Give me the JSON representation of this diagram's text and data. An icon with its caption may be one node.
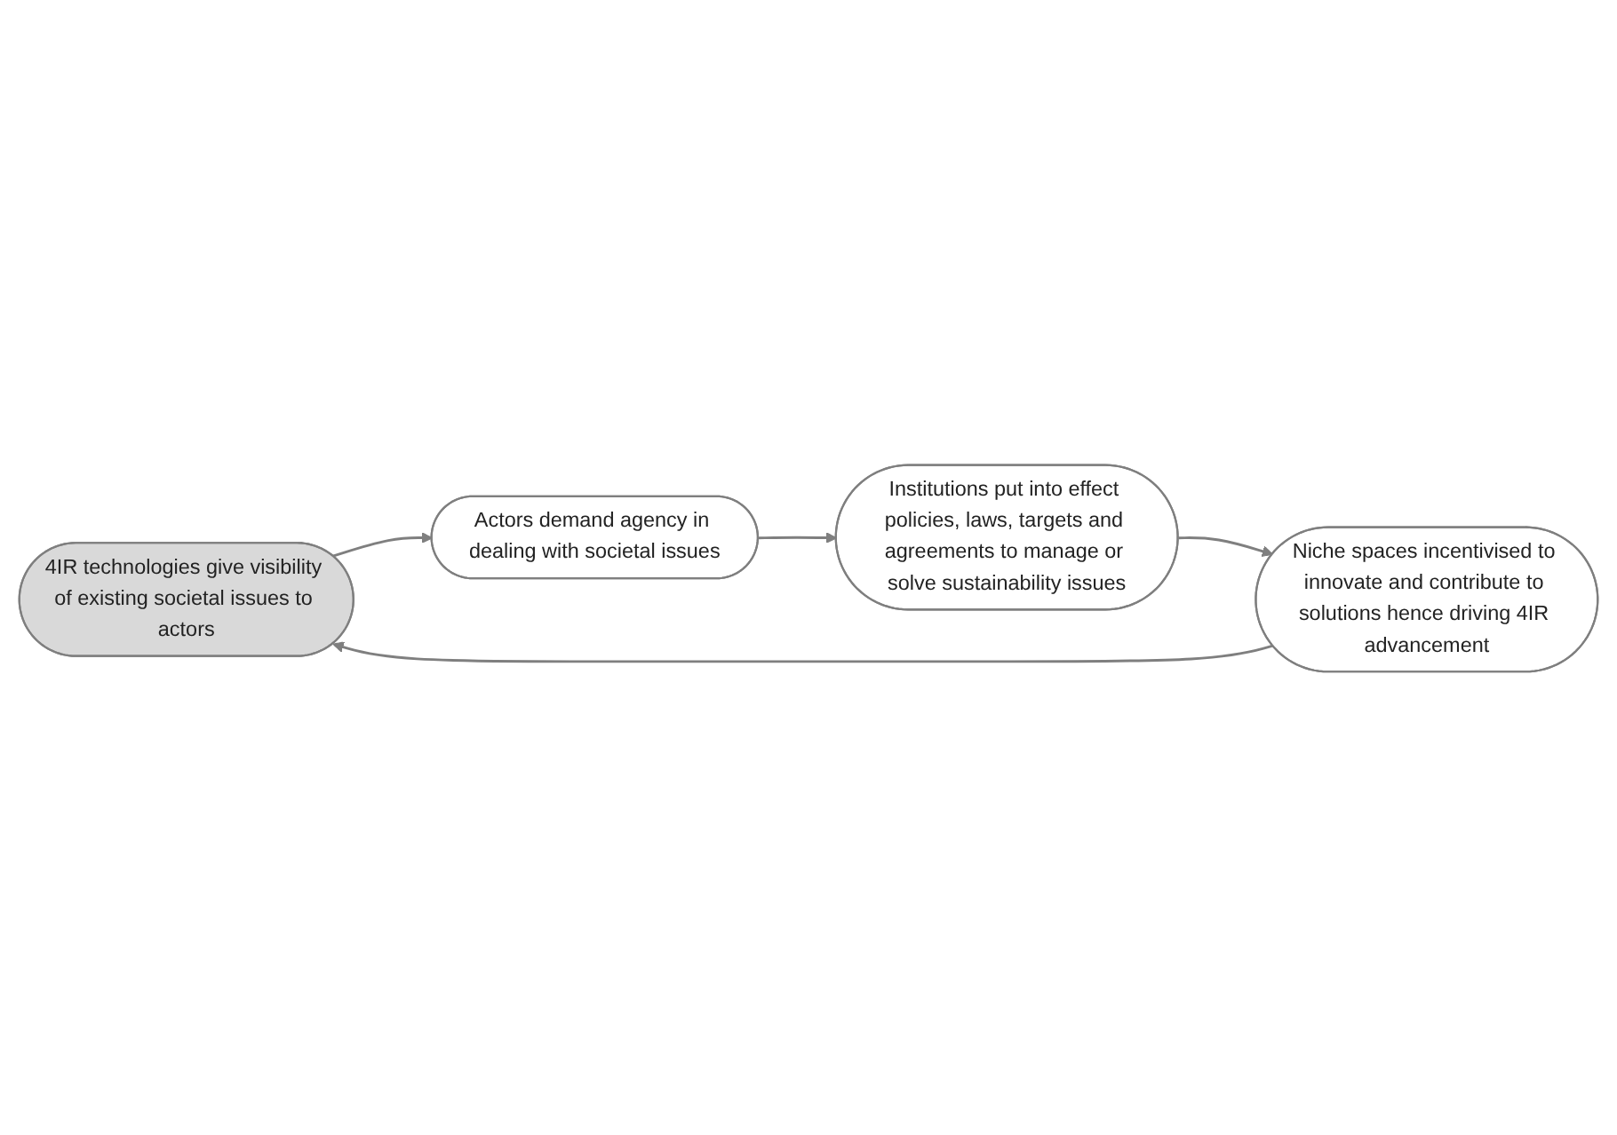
{
  "diagram": {
    "nodes": [
      {
        "text": [
          "4IR technologies give visibility of existing societal issues to actors"
        ]
      },
      {
        "text": [
          "Actors demand agency in dealing with societal issues"
        ]
      },
      {
        "text": [
          "Institutions put into effect policies, laws, targets and agreements to manage or solve sustainability issues"
        ]
      },
      {
        "text": [
          "Niche spaces incentivised to innovate and contribute to solutions hence driving 4IR advancement"
        ]
      }
    ],
    "edges": [
      {
        "from": 0,
        "to": 1,
        "arrow": "to"
      },
      {
        "from": 1,
        "to": 2,
        "arrow": "to"
      },
      {
        "from": 2,
        "to": 3,
        "arrow": "to"
      },
      {
        "from": 3,
        "to": 0,
        "arrow": "to"
      }
    ]
  }
}
